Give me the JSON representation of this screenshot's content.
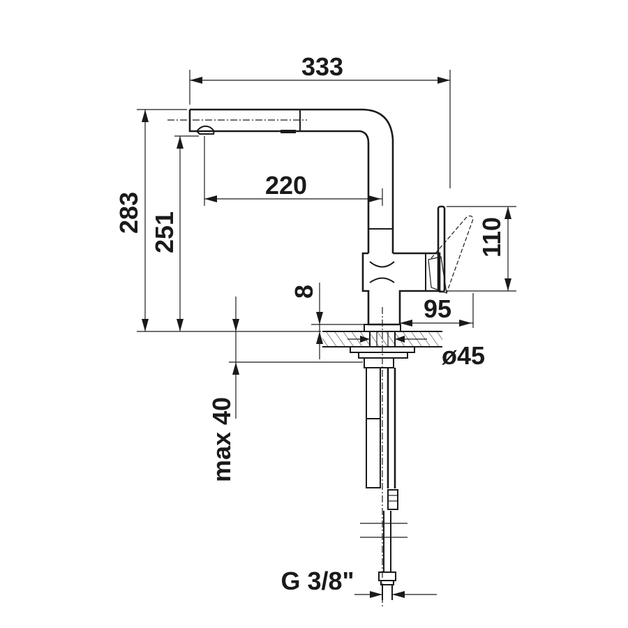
{
  "dimensions": {
    "overall_width": "333",
    "spout_reach": "220",
    "overall_height": "283",
    "spout_height": "251",
    "handle_height": "110",
    "handle_reach": "95",
    "base_height": "8",
    "base_diameter": "ø45",
    "max_thickness": "max 40",
    "connection": "G 3/8\""
  },
  "colors": {
    "line": "#1a1a1a",
    "background": "#ffffff"
  }
}
